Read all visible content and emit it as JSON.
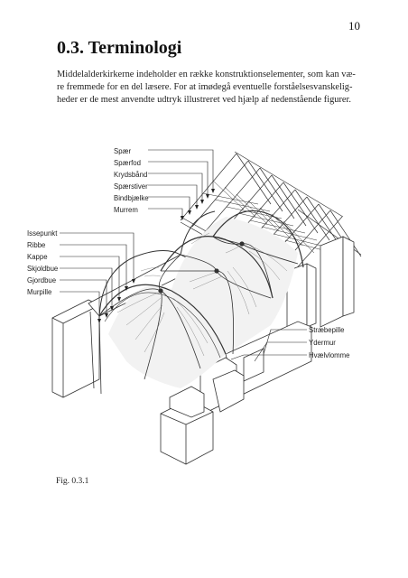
{
  "page_number": "10",
  "section": {
    "title": "0.3. Terminologi"
  },
  "intro_lines": [
    "Middelalderkirkerne indeholder en række konstruktionselementer, som kan væ-",
    "re fremmede for en del læsere. For at imødegå eventuelle forståelsesvanskelig-",
    "heder er de mest anvendte udtryk illustreret ved hjælp af nedenstående figurer."
  ],
  "figure": {
    "labels_top": [
      "Spær",
      "Spærfod",
      "Krydsbånd",
      "Spærstiver",
      "Bindbjælke",
      "Murrem"
    ],
    "labels_left": [
      "Issepunkt",
      "Ribbe",
      "Kappe",
      "Skjoldbue",
      "Gjordbue",
      "Murpille"
    ],
    "labels_right": [
      "Stræbepille",
      "Ydermur",
      "Hvælvlomme"
    ],
    "caption": "Fig. 0.3.1"
  }
}
